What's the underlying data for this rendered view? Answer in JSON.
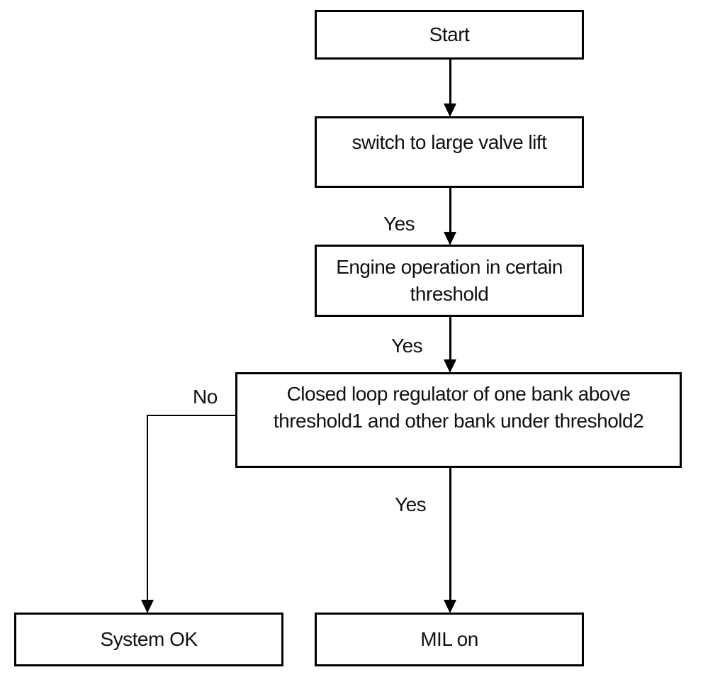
{
  "nodes": {
    "start": {
      "label": "Start"
    },
    "switch_valve": {
      "label": "switch to large valve lift"
    },
    "engine_threshold": {
      "label": "Engine operation in certain threshold"
    },
    "closed_loop": {
      "label": "Closed loop regulator of one bank above threshold1 and other bank under threshold2"
    },
    "system_ok": {
      "label": "System OK"
    },
    "mil_on": {
      "label": "MIL on"
    }
  },
  "edge_labels": {
    "yes_1": "Yes",
    "yes_2": "Yes",
    "yes_3": "Yes",
    "no_1": "No"
  },
  "colors": {
    "line": "#000000",
    "background": "#ffffff",
    "text": "#111111"
  }
}
